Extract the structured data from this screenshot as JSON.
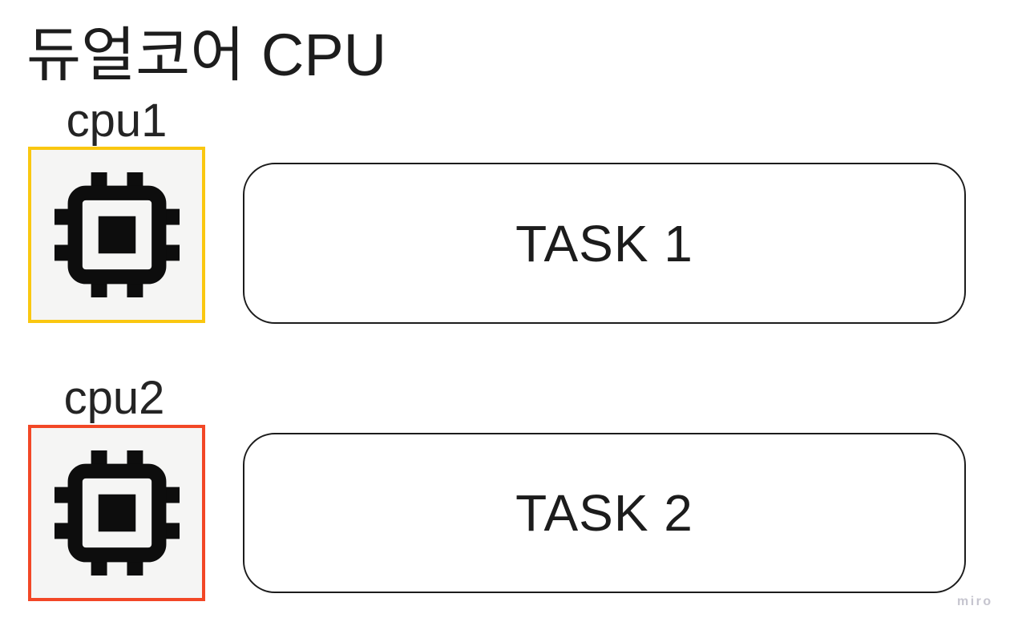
{
  "title": "듀얼코어 CPU",
  "watermark": "miro",
  "colors": {
    "cpu1_border": "#fac710",
    "cpu2_border": "#f24726",
    "core_box_fill": "#f5f5f4",
    "task_border": "#1c1c1c",
    "task_fill": "#ffffff",
    "title_text": "#1d1d1d",
    "watermark_text": "#c6c5cf",
    "icon_color": "#0d0d0d"
  },
  "cores": [
    {
      "label": "cpu1",
      "icon": "cpu-chip-icon",
      "border_color": "#fac710",
      "task_label": "TASK 1"
    },
    {
      "label": "cpu2",
      "icon": "cpu-chip-icon",
      "border_color": "#f24726",
      "task_label": "TASK 2"
    }
  ]
}
